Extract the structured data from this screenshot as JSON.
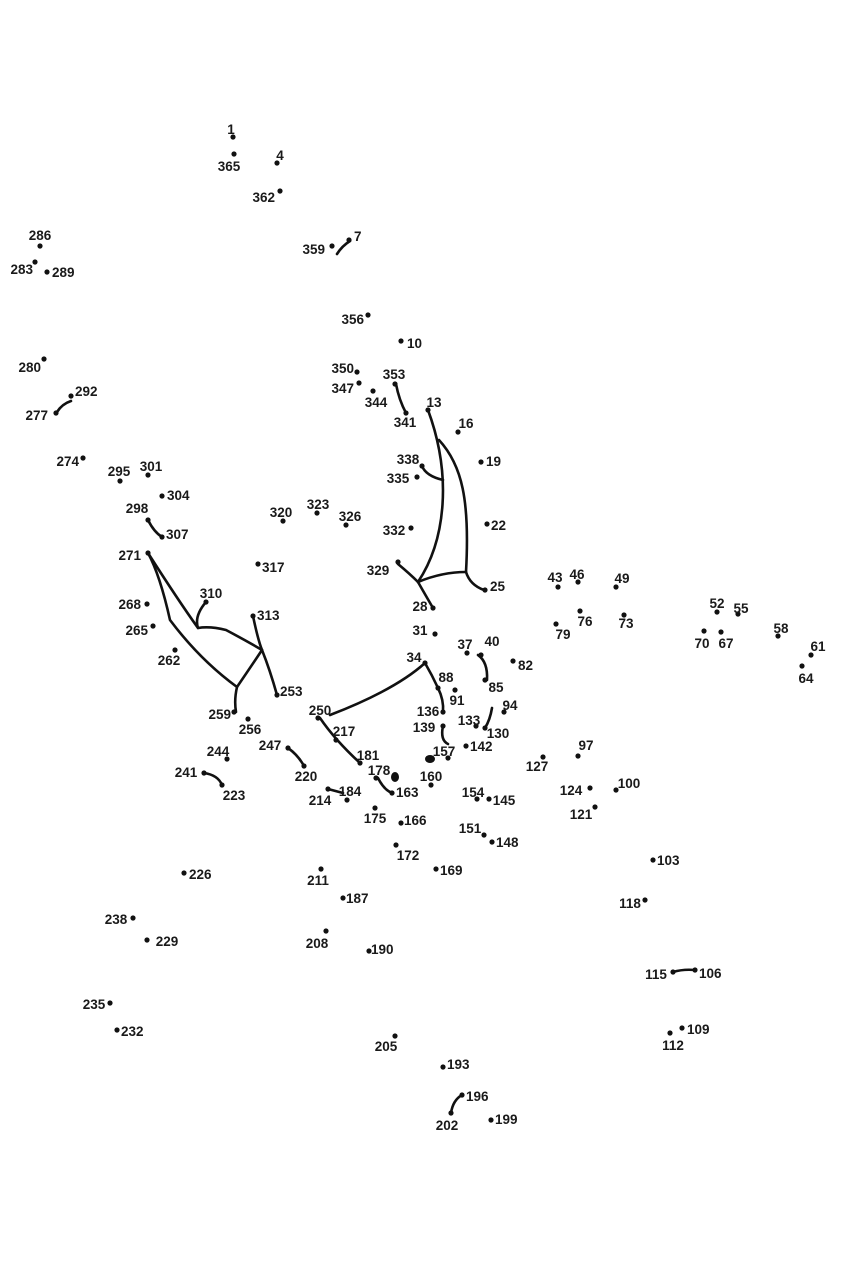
{
  "puzzle": {
    "dots": [
      {
        "n": "1"
      },
      {
        "n": "365"
      },
      {
        "n": "4"
      },
      {
        "n": "362"
      },
      {
        "n": "7"
      },
      {
        "n": "359"
      },
      {
        "n": "286"
      },
      {
        "n": "283"
      },
      {
        "n": "289"
      },
      {
        "n": "356"
      },
      {
        "n": "10"
      },
      {
        "n": "350"
      },
      {
        "n": "353"
      },
      {
        "n": "347"
      },
      {
        "n": "344"
      },
      {
        "n": "341"
      },
      {
        "n": "13"
      },
      {
        "n": "16"
      },
      {
        "n": "280"
      },
      {
        "n": "292"
      },
      {
        "n": "277"
      },
      {
        "n": "274"
      },
      {
        "n": "295"
      },
      {
        "n": "301"
      },
      {
        "n": "304"
      },
      {
        "n": "298"
      },
      {
        "n": "307"
      },
      {
        "n": "338"
      },
      {
        "n": "335"
      },
      {
        "n": "19"
      },
      {
        "n": "320"
      },
      {
        "n": "323"
      },
      {
        "n": "326"
      },
      {
        "n": "332"
      },
      {
        "n": "22"
      },
      {
        "n": "271"
      },
      {
        "n": "317"
      },
      {
        "n": "329"
      },
      {
        "n": "25"
      },
      {
        "n": "43"
      },
      {
        "n": "46"
      },
      {
        "n": "49"
      },
      {
        "n": "310"
      },
      {
        "n": "313"
      },
      {
        "n": "268"
      },
      {
        "n": "28"
      },
      {
        "n": "76"
      },
      {
        "n": "73"
      },
      {
        "n": "79"
      },
      {
        "n": "52"
      },
      {
        "n": "55"
      },
      {
        "n": "70"
      },
      {
        "n": "67"
      },
      {
        "n": "58"
      },
      {
        "n": "61"
      },
      {
        "n": "64"
      },
      {
        "n": "265"
      },
      {
        "n": "31"
      },
      {
        "n": "37"
      },
      {
        "n": "40"
      },
      {
        "n": "262"
      },
      {
        "n": "34"
      },
      {
        "n": "82"
      },
      {
        "n": "88"
      },
      {
        "n": "85"
      },
      {
        "n": "91"
      },
      {
        "n": "253"
      },
      {
        "n": "250"
      },
      {
        "n": "94"
      },
      {
        "n": "259"
      },
      {
        "n": "256"
      },
      {
        "n": "217"
      },
      {
        "n": "136"
      },
      {
        "n": "133"
      },
      {
        "n": "139"
      },
      {
        "n": "130"
      },
      {
        "n": "247"
      },
      {
        "n": "244"
      },
      {
        "n": "181"
      },
      {
        "n": "142"
      },
      {
        "n": "97"
      },
      {
        "n": "157"
      },
      {
        "n": "127"
      },
      {
        "n": "241"
      },
      {
        "n": "220"
      },
      {
        "n": "178"
      },
      {
        "n": "160"
      },
      {
        "n": "100"
      },
      {
        "n": "223"
      },
      {
        "n": "214"
      },
      {
        "n": "184"
      },
      {
        "n": "163"
      },
      {
        "n": "154"
      },
      {
        "n": "145"
      },
      {
        "n": "124"
      },
      {
        "n": "121"
      },
      {
        "n": "175"
      },
      {
        "n": "166"
      },
      {
        "n": "151"
      },
      {
        "n": "148"
      },
      {
        "n": "172"
      },
      {
        "n": "103"
      },
      {
        "n": "226"
      },
      {
        "n": "169"
      },
      {
        "n": "211"
      },
      {
        "n": "187"
      },
      {
        "n": "118"
      },
      {
        "n": "238"
      },
      {
        "n": "229"
      },
      {
        "n": "208"
      },
      {
        "n": "190"
      },
      {
        "n": "115"
      },
      {
        "n": "106"
      },
      {
        "n": "235"
      },
      {
        "n": "232"
      },
      {
        "n": "109"
      },
      {
        "n": "112"
      },
      {
        "n": "205"
      },
      {
        "n": "193"
      },
      {
        "n": "196"
      },
      {
        "n": "202"
      },
      {
        "n": "199"
      }
    ]
  }
}
